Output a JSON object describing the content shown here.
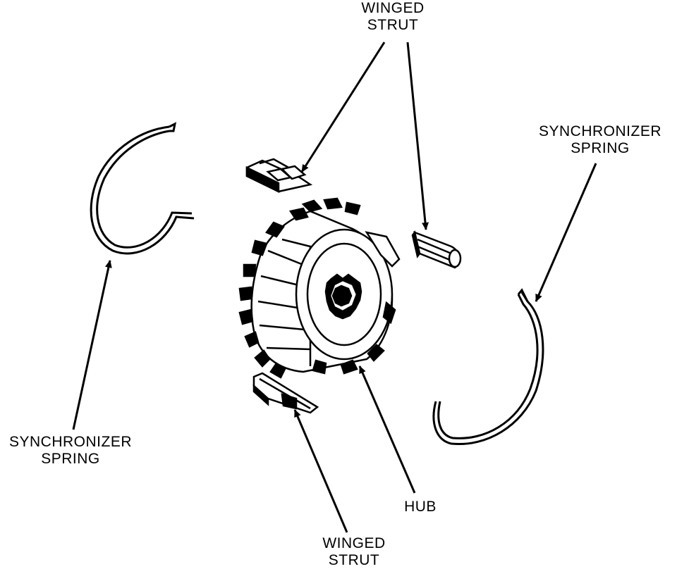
{
  "labels": {
    "winged_strut_top": {
      "line1": "WINGED",
      "line2": "STRUT"
    },
    "synchronizer_spring_right": {
      "line1": "SYNCHRONIZER",
      "line2": "SPRING"
    },
    "synchronizer_spring_left": {
      "line1": "SYNCHRONIZER",
      "line2": "SPRING"
    },
    "hub": {
      "line1": "HUB"
    },
    "winged_strut_bottom": {
      "line1": "WINGED",
      "line2": "STRUT"
    }
  },
  "colors": {
    "ink": "#000000",
    "paper": "#ffffff"
  }
}
